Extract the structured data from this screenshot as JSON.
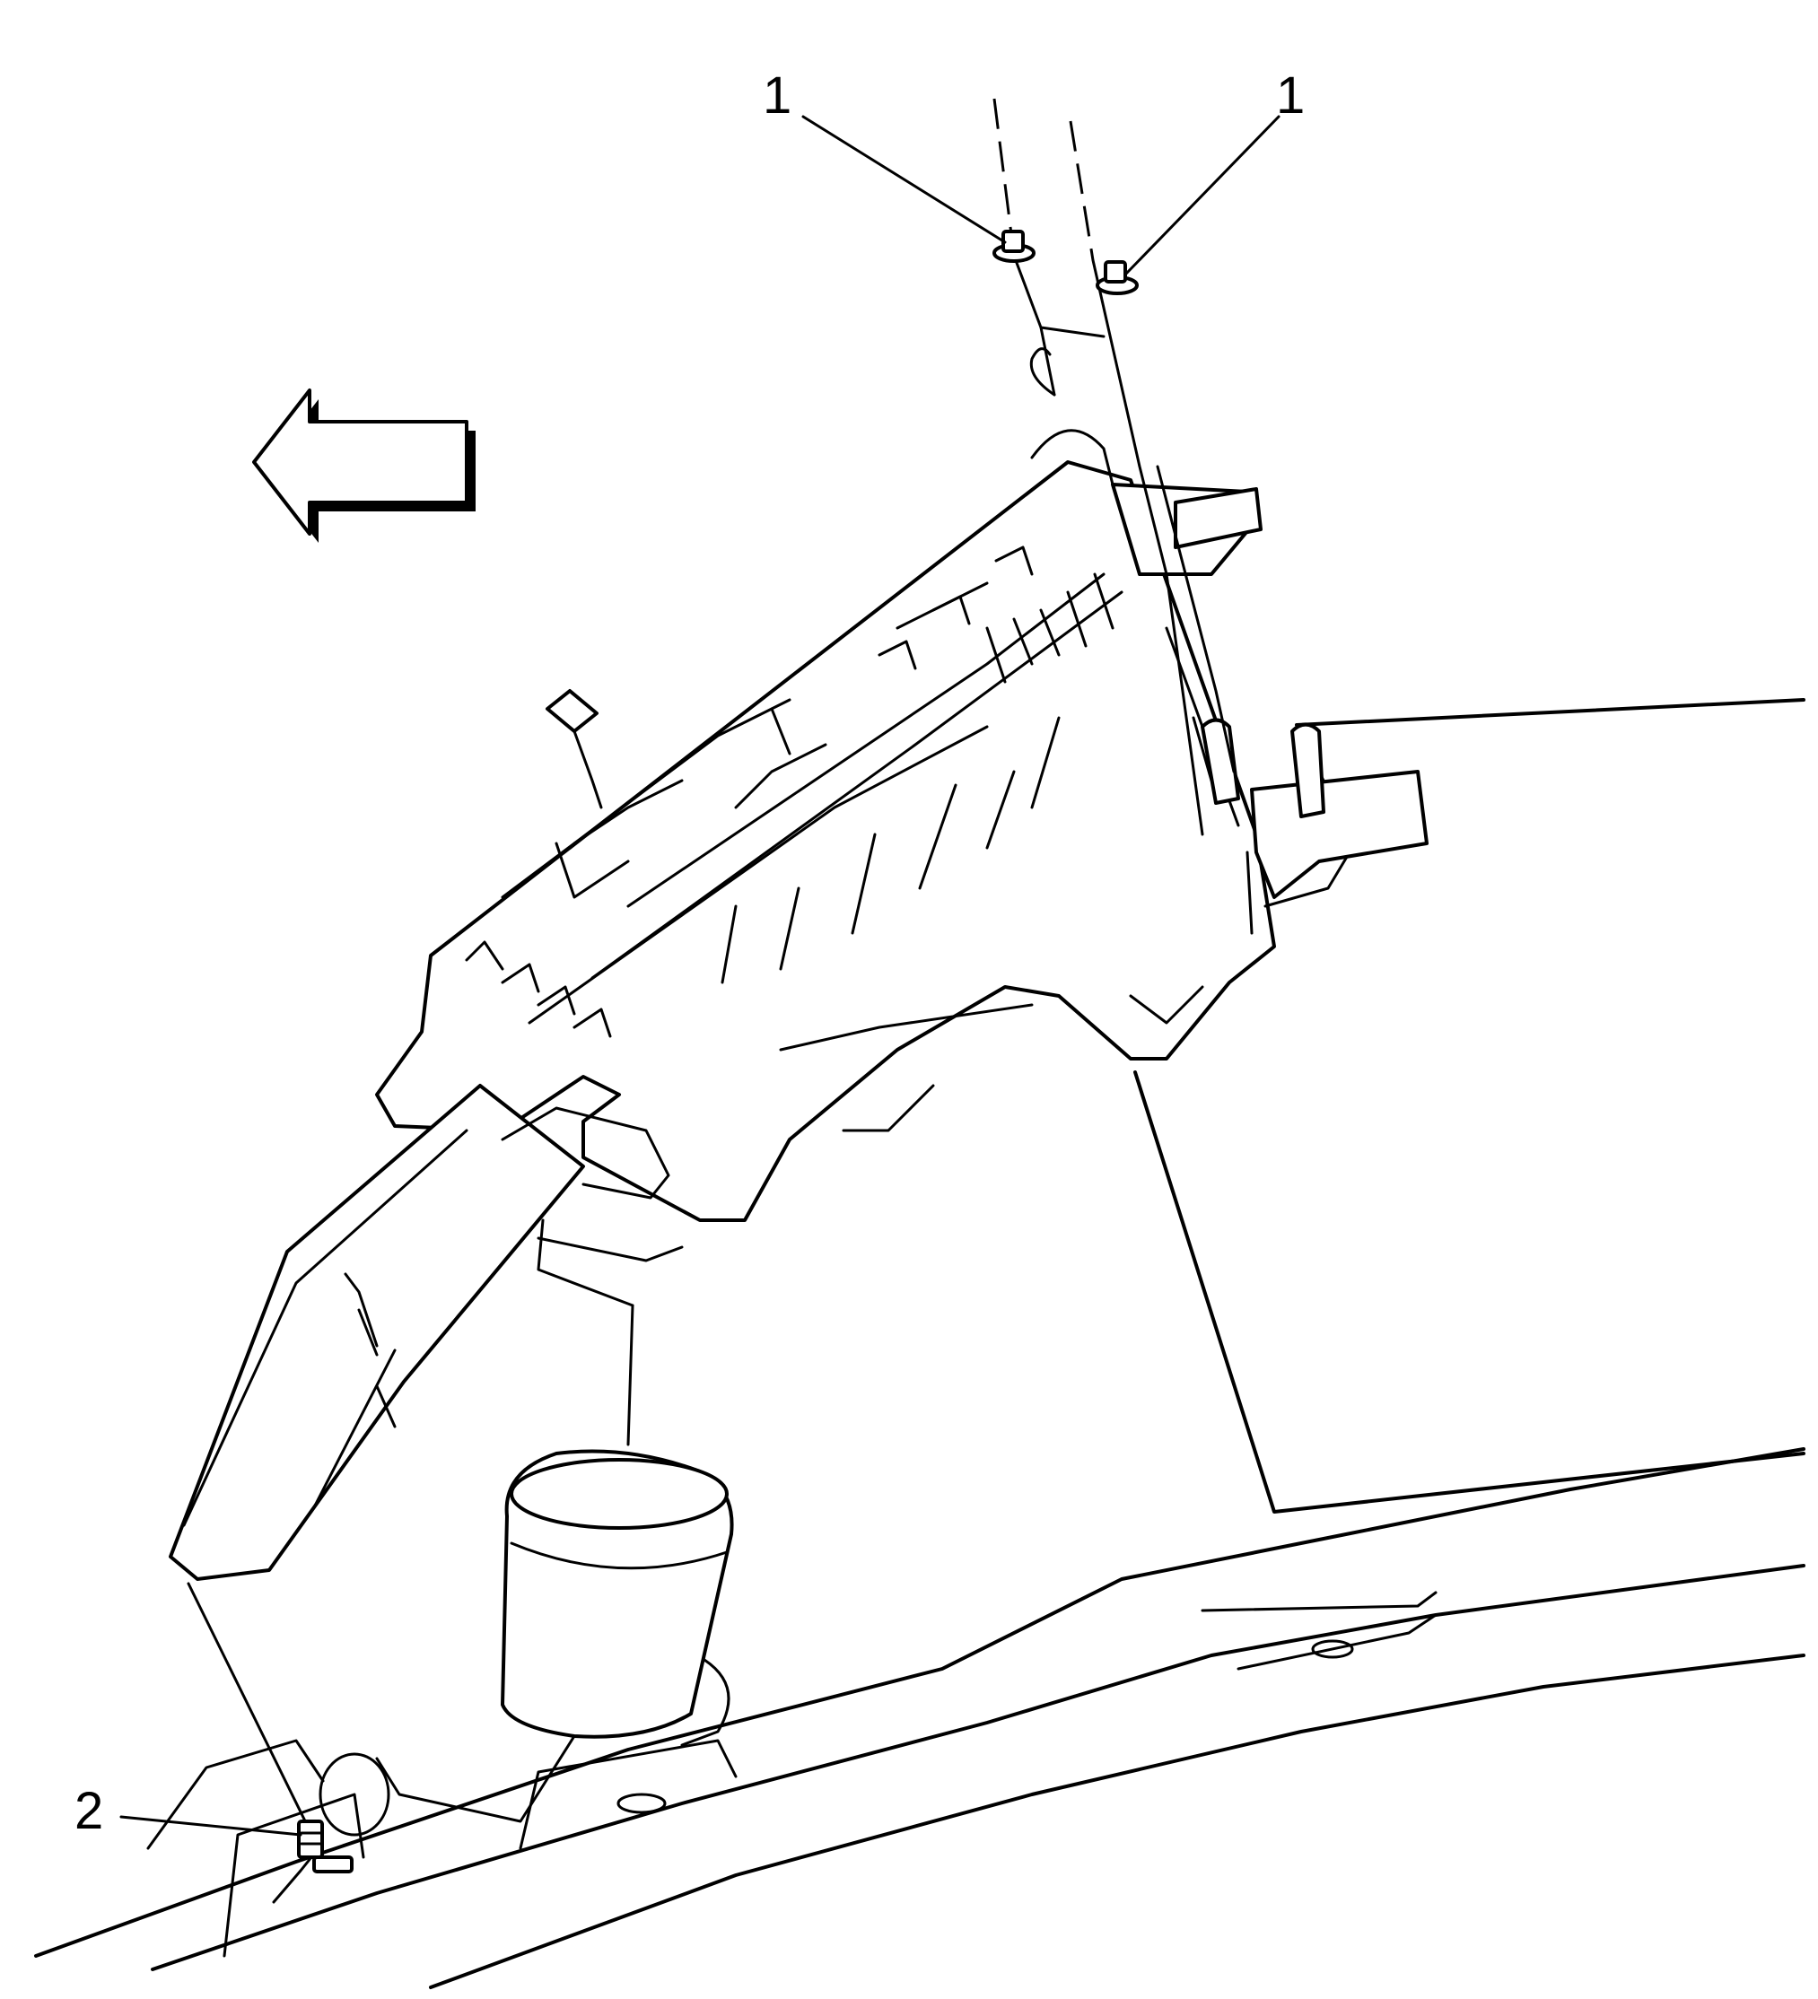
{
  "callouts": {
    "fastener_left": "1",
    "fastener_right": "1",
    "lower_fastener": "2"
  },
  "colors": {
    "line": "#000000",
    "background": "#ffffff"
  },
  "icons": {
    "direction_arrow": "left-arrow-icon"
  }
}
